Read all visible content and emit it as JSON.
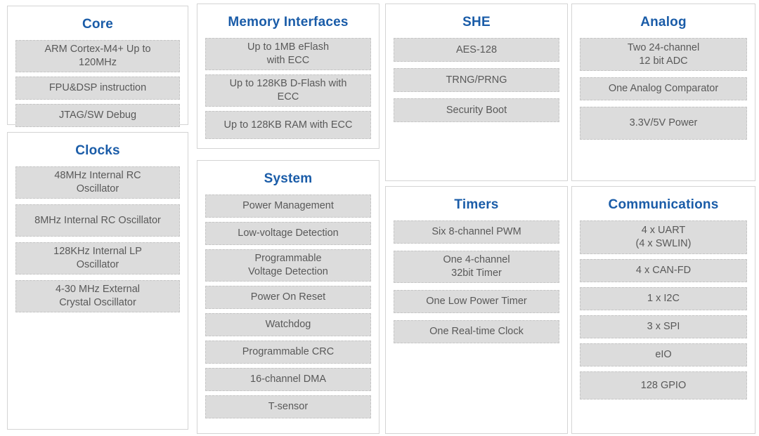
{
  "colors": {
    "accent_blue": "#1a5ca8",
    "box_fill": "#dcdcdc",
    "box_border": "#c6c6c6",
    "body_text": "#595959",
    "panel_border": "#d4d4d4",
    "background": "#ffffff"
  },
  "sections": [
    {
      "id": "core",
      "title": "Core",
      "items": [
        "ARM Cortex-M4+ Up to\n120MHz",
        "FPU&DSP instruction",
        "JTAG/SW Debug"
      ]
    },
    {
      "id": "clocks",
      "title": "Clocks",
      "items": [
        "48MHz Internal RC\nOscillator",
        "8MHz Internal RC Oscillator",
        "128KHz Internal LP\nOscillator",
        "4-30 MHz External\nCrystal Oscillator"
      ]
    },
    {
      "id": "memory_interfaces",
      "title": "Memory Interfaces",
      "items": [
        "Up to 1MB eFlash\nwith ECC",
        "Up to 128KB D-Flash with\nECC",
        "Up to 128KB RAM with ECC"
      ]
    },
    {
      "id": "system",
      "title": "System",
      "items": [
        "Power Management",
        "Low-voltage Detection",
        "Programmable\nVoltage Detection",
        "Power On Reset",
        "Watchdog",
        "Programmable CRC",
        "16-channel DMA",
        "T-sensor"
      ]
    },
    {
      "id": "she",
      "title": "SHE",
      "items": [
        "AES-128",
        "TRNG/PRNG",
        "Security Boot"
      ]
    },
    {
      "id": "timers",
      "title": "Timers",
      "items": [
        "Six 8-channel PWM",
        "One 4-channel\n32bit Timer",
        "One Low Power Timer",
        "One Real-time Clock"
      ]
    },
    {
      "id": "analog",
      "title": "Analog",
      "items": [
        "Two 24-channel\n12 bit ADC",
        "One Analog Comparator",
        "3.3V/5V Power"
      ]
    },
    {
      "id": "communications",
      "title": "Communications",
      "items": [
        "4 x UART\n(4 x SWLIN)",
        "4 x CAN-FD",
        "1 x I2C",
        "3 x SPI",
        "eIO",
        "128 GPIO"
      ]
    }
  ]
}
